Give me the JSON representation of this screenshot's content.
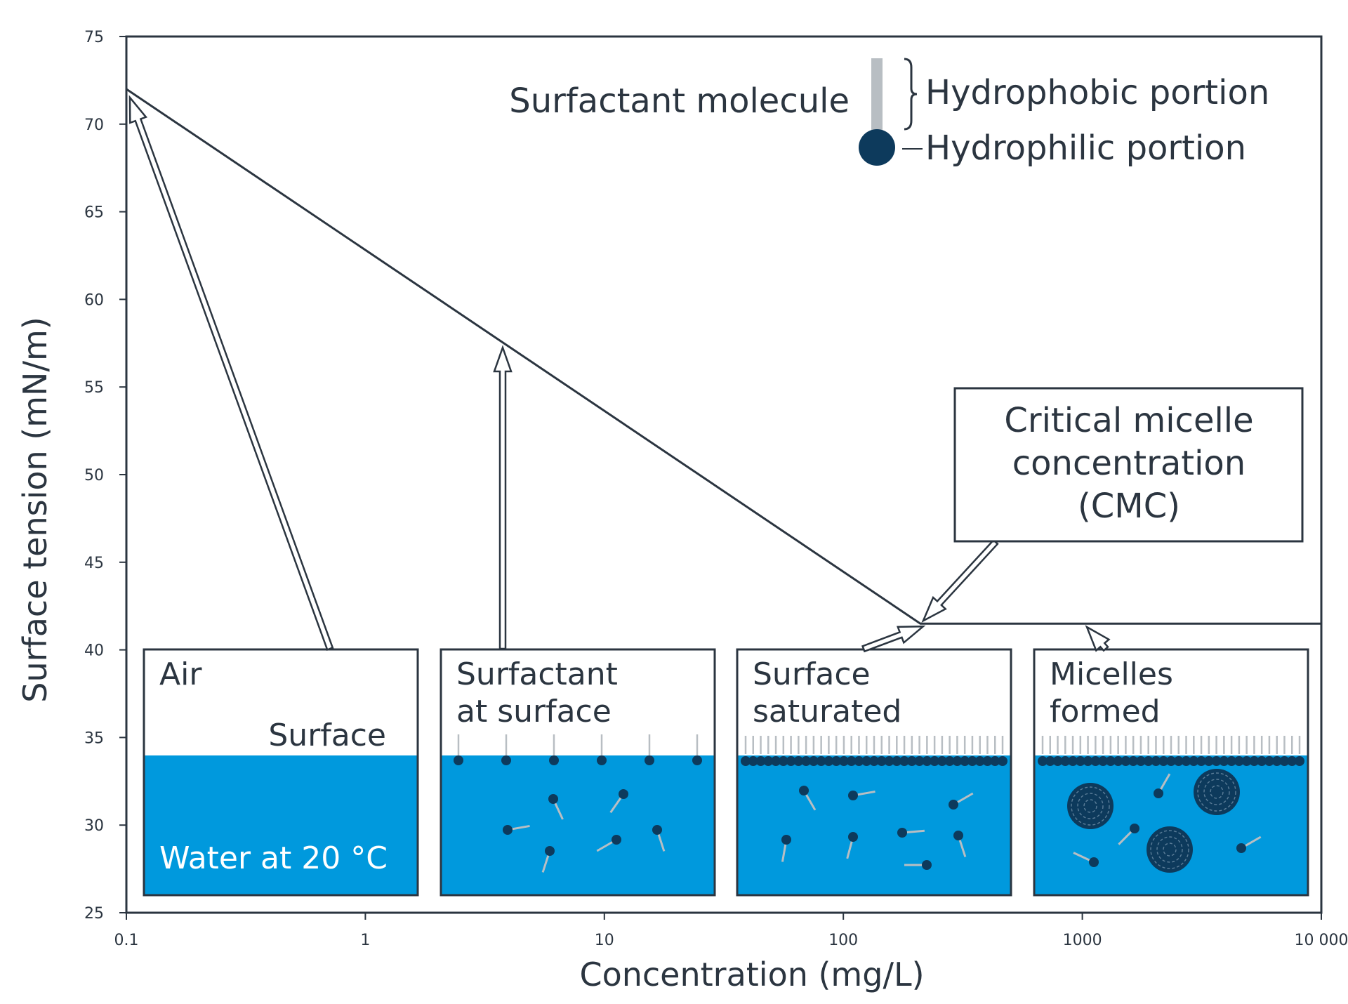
{
  "chart_data": {
    "type": "line",
    "xlabel": "Concentration (mg/L)",
    "ylabel": "Surface tension (mN/m)",
    "x_scale": "log",
    "xlim": [
      0.1,
      10000
    ],
    "ylim": [
      25,
      75
    ],
    "x_ticks": [
      0.1,
      1,
      10,
      100,
      1000,
      10000
    ],
    "x_tick_labels": [
      "0.1",
      "1",
      "10",
      "100",
      "1000",
      "10 000"
    ],
    "y_ticks": [
      25,
      30,
      35,
      40,
      45,
      50,
      55,
      60,
      65,
      70,
      75
    ],
    "y_tick_labels": [
      "25",
      "30",
      "35",
      "40",
      "45",
      "50",
      "55",
      "60",
      "65",
      "70",
      "75"
    ],
    "grid": false,
    "series": [
      {
        "x": [
          0.1,
          210,
          10000
        ],
        "y": [
          72,
          41.5,
          41.5
        ]
      }
    ],
    "annotations": {
      "cmc": [
        "Critical micelle",
        "concentration",
        "(CMC)"
      ],
      "legend": {
        "molecule": "Surfactant molecule",
        "hydrophobic": "Hydrophobic portion",
        "hydrophilic": "Hydrophilic portion"
      }
    },
    "panels": [
      {
        "lines": [
          "Air"
        ],
        "extra": "Surface",
        "water_label": "Water at 20 °C"
      },
      {
        "lines": [
          "Surfactant",
          "at surface"
        ]
      },
      {
        "lines": [
          "Surface",
          "saturated"
        ]
      },
      {
        "lines": [
          "Micelles",
          "formed"
        ]
      }
    ]
  },
  "colors": {
    "axis": "#2b3540",
    "text": "#2b3540",
    "water": "#0099dd",
    "head": "#0d3a5c",
    "tail": "#b8bec3",
    "white": "#ffffff"
  }
}
